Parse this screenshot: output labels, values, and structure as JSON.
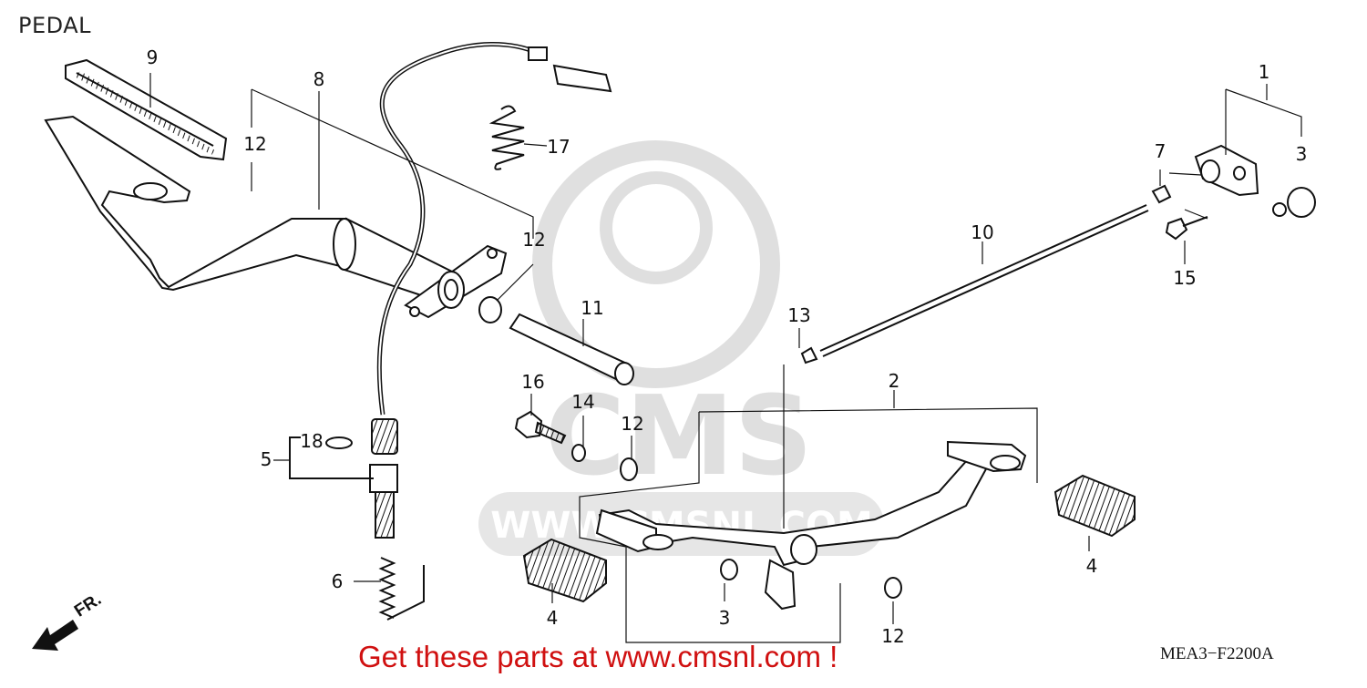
{
  "header": {
    "title": "PEDAL"
  },
  "diagram_code": "MEA3−F2200A",
  "direction_label": "FR.",
  "promo_text": "Get these parts at www.cmsnl.com !",
  "watermark": {
    "text": "CMS",
    "url_text": "WWW.CMSNL.COM"
  },
  "callouts": [
    {
      "id": "c1",
      "label": "1"
    },
    {
      "id": "c2",
      "label": "2"
    },
    {
      "id": "c3a",
      "label": "3"
    },
    {
      "id": "c3b",
      "label": "3"
    },
    {
      "id": "c4a",
      "label": "4"
    },
    {
      "id": "c4b",
      "label": "4"
    },
    {
      "id": "c5",
      "label": "5"
    },
    {
      "id": "c6",
      "label": "6"
    },
    {
      "id": "c7",
      "label": "7"
    },
    {
      "id": "c8",
      "label": "8"
    },
    {
      "id": "c9",
      "label": "9"
    },
    {
      "id": "c10",
      "label": "10"
    },
    {
      "id": "c11",
      "label": "11"
    },
    {
      "id": "c12a",
      "label": "12"
    },
    {
      "id": "c12b",
      "label": "12"
    },
    {
      "id": "c12c",
      "label": "12"
    },
    {
      "id": "c12d",
      "label": "12"
    },
    {
      "id": "c13",
      "label": "13"
    },
    {
      "id": "c14",
      "label": "14"
    },
    {
      "id": "c15",
      "label": "15"
    },
    {
      "id": "c16",
      "label": "16"
    },
    {
      "id": "c17",
      "label": "17"
    },
    {
      "id": "c18",
      "label": "18"
    }
  ]
}
